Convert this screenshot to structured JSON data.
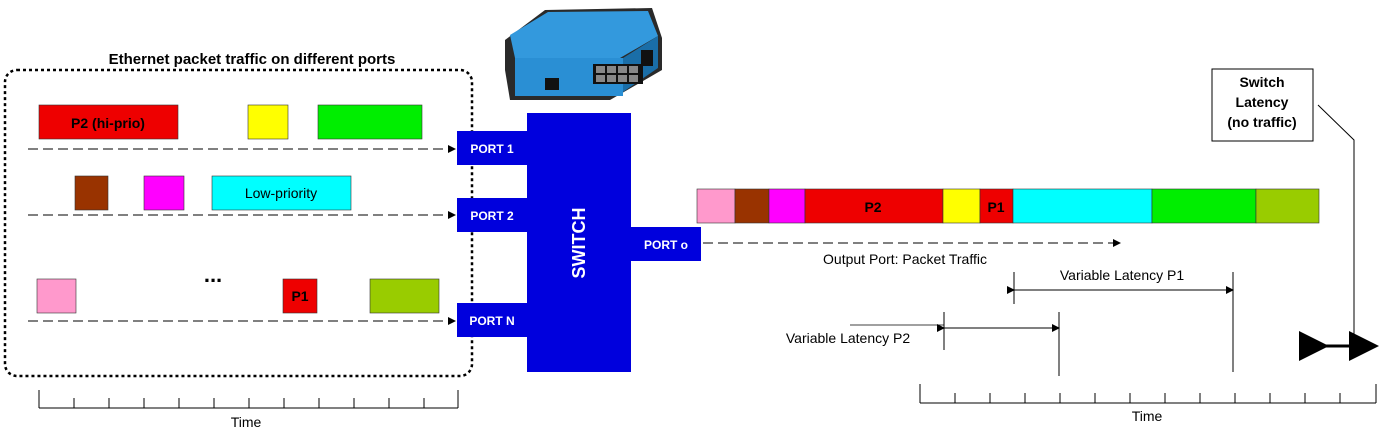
{
  "title": "Ethernet packet traffic on different ports",
  "inputs": {
    "p2_label": "P2 (hi-prio)",
    "low_label": "Low-priority",
    "ellipsis": "...",
    "p1_label": "P1"
  },
  "ports": {
    "port1": "PORT 1",
    "port2": "PORT 2",
    "portN": "PORT N",
    "portO": "PORT o"
  },
  "switch_label": "SWITCH",
  "output": {
    "caption": "Output Port: Packet Traffic",
    "p2_label": "P2",
    "p1_label": "P1"
  },
  "latency": {
    "p1": "Variable Latency P1",
    "p2": "Variable Latency P2",
    "switch_line1": "Switch",
    "switch_line2": "Latency",
    "switch_line3": "(no traffic)"
  },
  "time_left": "Time",
  "time_right": "Time",
  "colors": {
    "port_blue": "#0000dd",
    "red": "#ee0000",
    "yellow": "#ffff00",
    "green": "#00ee00",
    "brown": "#993300",
    "magenta": "#ff00ff",
    "cyan": "#00ffff",
    "pink": "#ff99cc",
    "olive": "#99cc00",
    "device_blue": "#3399dd"
  }
}
